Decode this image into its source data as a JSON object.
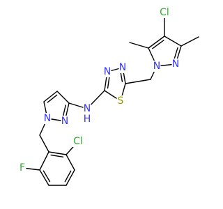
{
  "diagram": {
    "type": "chemical-structure",
    "colors": {
      "bond": "#000000",
      "N": "#3333ff",
      "S": "#999900",
      "Cl": "#33aa33",
      "F": "#33aa33",
      "background": "#ffffff"
    },
    "atoms": [
      {
        "id": "cl1",
        "label": "Cl",
        "element": "Cl"
      },
      {
        "id": "n1",
        "label": "N",
        "element": "N"
      },
      {
        "id": "n2",
        "label": "N",
        "element": "N"
      },
      {
        "id": "n3",
        "label": "N",
        "element": "N"
      },
      {
        "id": "n4",
        "label": "N",
        "element": "N"
      },
      {
        "id": "s1",
        "label": "S",
        "element": "S"
      },
      {
        "id": "nh",
        "label": "N",
        "element": "N"
      },
      {
        "id": "h1",
        "label": "H",
        "element": "N"
      },
      {
        "id": "n5",
        "label": "N",
        "element": "N"
      },
      {
        "id": "n6",
        "label": "N",
        "element": "N"
      },
      {
        "id": "cl2",
        "label": "Cl",
        "element": "Cl"
      },
      {
        "id": "f1",
        "label": "F",
        "element": "F"
      }
    ]
  }
}
